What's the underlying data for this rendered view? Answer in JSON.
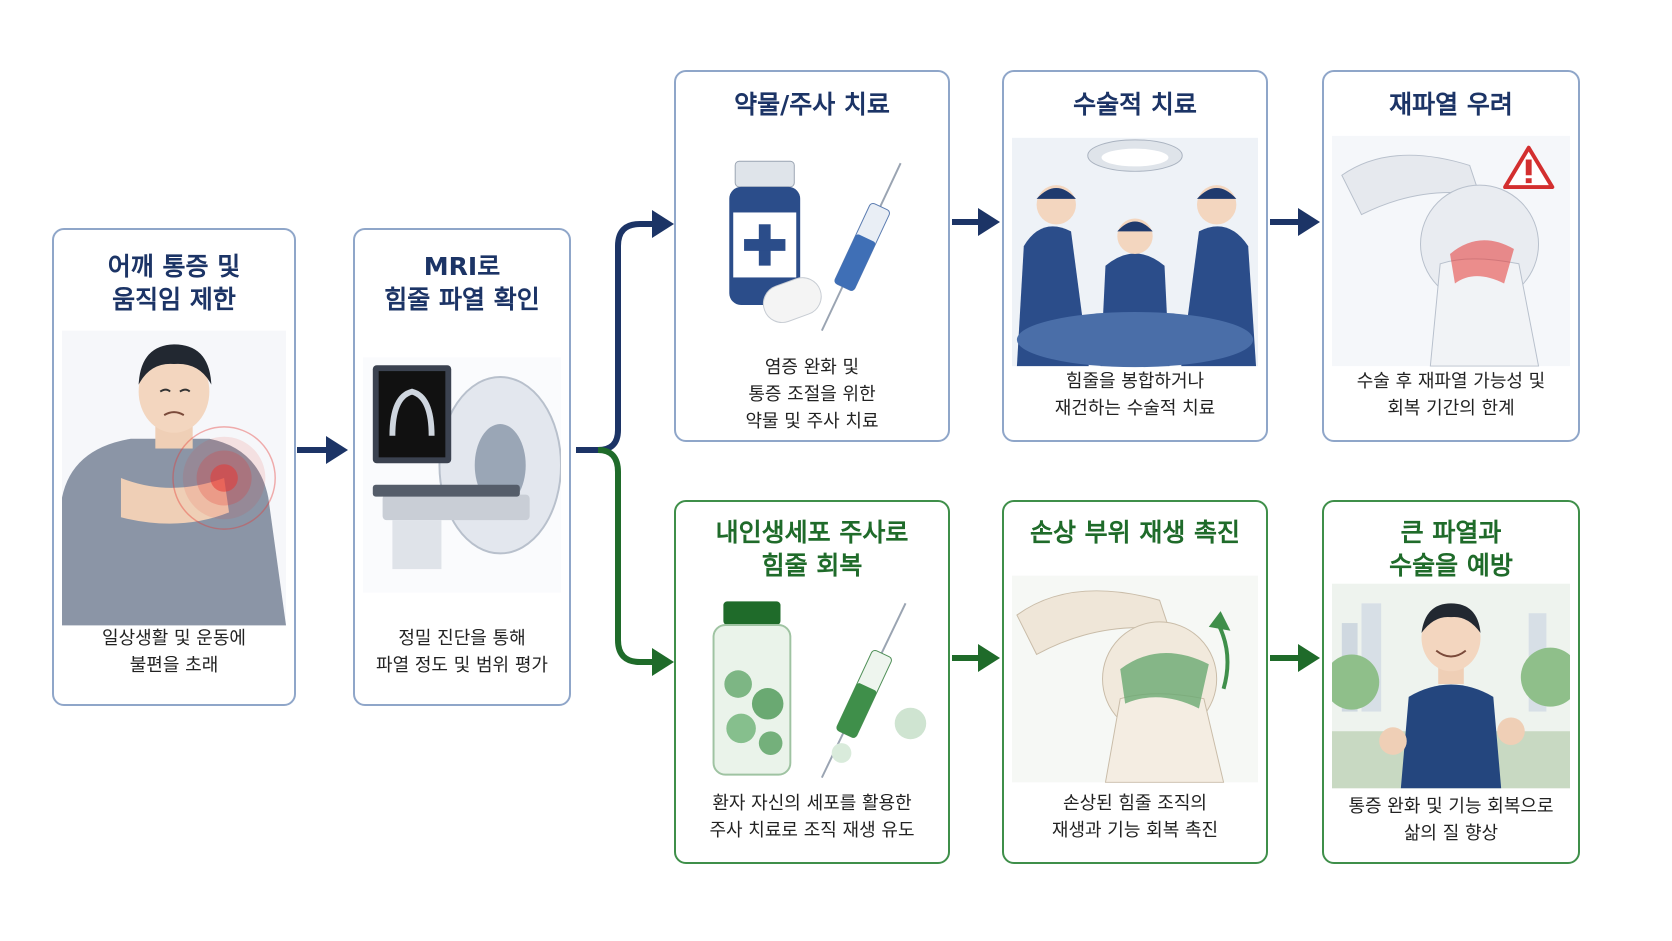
{
  "colors": {
    "navy": "#1c3466",
    "green": "#1f6b2a",
    "card_border_blue": "#8fa6c9",
    "card_border_green": "#3f8f4a",
    "pain_red": "#e53935"
  },
  "cards": {
    "pain": {
      "title": [
        "어깨 통증 및",
        "움직임 제한"
      ],
      "desc": [
        "일상생활 및 운동에",
        "불편을 초래"
      ],
      "icon": "shoulder-pain-illustration"
    },
    "mri": {
      "title": [
        "MRI로",
        "힘줄 파열 확인"
      ],
      "desc": [
        "정밀 진단을 통해",
        "파열 정도 및 범위 평가"
      ],
      "icon": "mri-scanner-illustration"
    },
    "drug": {
      "title": [
        "약물/주사 치료"
      ],
      "desc": [
        "염증 완화 및",
        "통증 조절을 위한",
        "약물 및 주사 치료"
      ],
      "icon": "medicine-syringe-illustration"
    },
    "surgery": {
      "title": [
        "수술적 치료"
      ],
      "desc": [
        "힘줄을 봉합하거나",
        "재건하는 수술적 치료"
      ],
      "icon": "surgeons-illustration"
    },
    "retear": {
      "title": [
        "재파열 우려"
      ],
      "desc": [
        "수술 후 재파열 가능성 및",
        "회복 기간의 한계"
      ],
      "icon": "shoulder-retear-warning-illustration"
    },
    "stemcell": {
      "title": [
        "내인생세포 주사로",
        "힘줄 회복"
      ],
      "desc": [
        "환자 자신의 세포를 활용한",
        "주사 치료로 조직 재생 유도"
      ],
      "icon": "cell-vial-syringe-illustration"
    },
    "regen": {
      "title": [
        "손상 부위 재생 촉진"
      ],
      "desc": [
        "손상된 힘줄 조직의",
        "재생과 기능 회복 촉진"
      ],
      "icon": "shoulder-regeneration-illustration"
    },
    "prevent": {
      "title": [
        "큰 파열과",
        "수술을 예방"
      ],
      "desc": [
        "통증 완화 및 기능 회복으로",
        "삶의 질 향상"
      ],
      "icon": "jogging-man-illustration"
    }
  }
}
